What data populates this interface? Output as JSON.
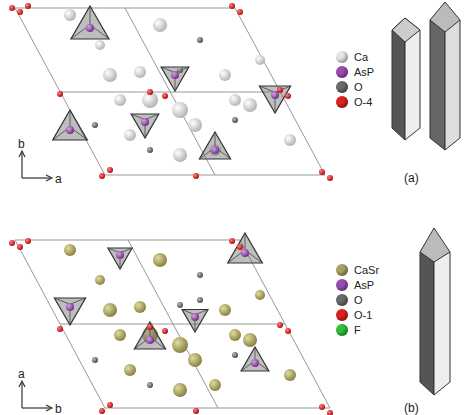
{
  "diagram": {
    "labels": [
      "b",
      "a",
      "a",
      "b",
      "(a)",
      "(b)"
    ],
    "legend": [
      {
        "text": "Ca",
        "color": "#e6e6e6"
      },
      {
        "text": "AsP",
        "color": "#9a4db0"
      },
      {
        "text": "O",
        "color": "#6b6b6b"
      },
      {
        "text": "O-4",
        "color": "#e02020"
      },
      {
        "text": "CaSr",
        "color": "#a9a263"
      },
      {
        "text": "AsP",
        "color": "#9a4db0"
      },
      {
        "text": "O",
        "color": "#6b6b6b"
      },
      {
        "text": "O-1",
        "color": "#e02020"
      },
      {
        "text": "F",
        "color": "#2fbf3a"
      }
    ]
  }
}
